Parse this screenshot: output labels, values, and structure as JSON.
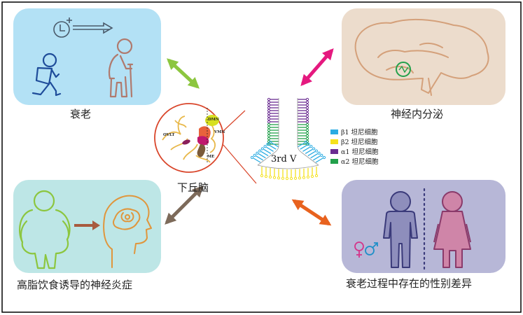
{
  "panels": {
    "aging": {
      "label": "衰老"
    },
    "neuroendocrine": {
      "label": "神经内分泌"
    },
    "obesity": {
      "label": "高脂饮食诱导的神经炎症"
    },
    "sex": {
      "label": "衰老过程中存在的性别差异"
    }
  },
  "hypothalamus": {
    "label": "下丘脑",
    "regions": {
      "ovlt": "OVLT",
      "dmn": "DMN",
      "vmn": "VMN",
      "me": "ME"
    }
  },
  "ventricle": {
    "label": "3rd V"
  },
  "legend": [
    {
      "label": "β1 坦尼细胞",
      "color": "#29abe2"
    },
    {
      "label": "β2 坦尼细胞",
      "color": "#f5e21c"
    },
    {
      "label": "α1 坦尼细胞",
      "color": "#6a2c91"
    },
    {
      "label": "α2 坦尼细胞",
      "color": "#22a04b"
    }
  ],
  "colors": {
    "panel_aging": "#b3e1f5",
    "panel_neuro": "#ecdccc",
    "panel_obesity": "#bde6e6",
    "panel_sex": "#b7b7d7",
    "arrow_aging": "#8cc63f",
    "arrow_neuro": "#e5197f",
    "arrow_obesity": "#7d6a5a",
    "arrow_sex": "#e8621e"
  },
  "icons": [
    "clock-icon",
    "walking-child-icon",
    "elderly-person-icon",
    "brain-icon",
    "obese-person-icon",
    "head-brain-icon",
    "male-figure-icon",
    "female-figure-icon",
    "gender-symbol-icon"
  ]
}
